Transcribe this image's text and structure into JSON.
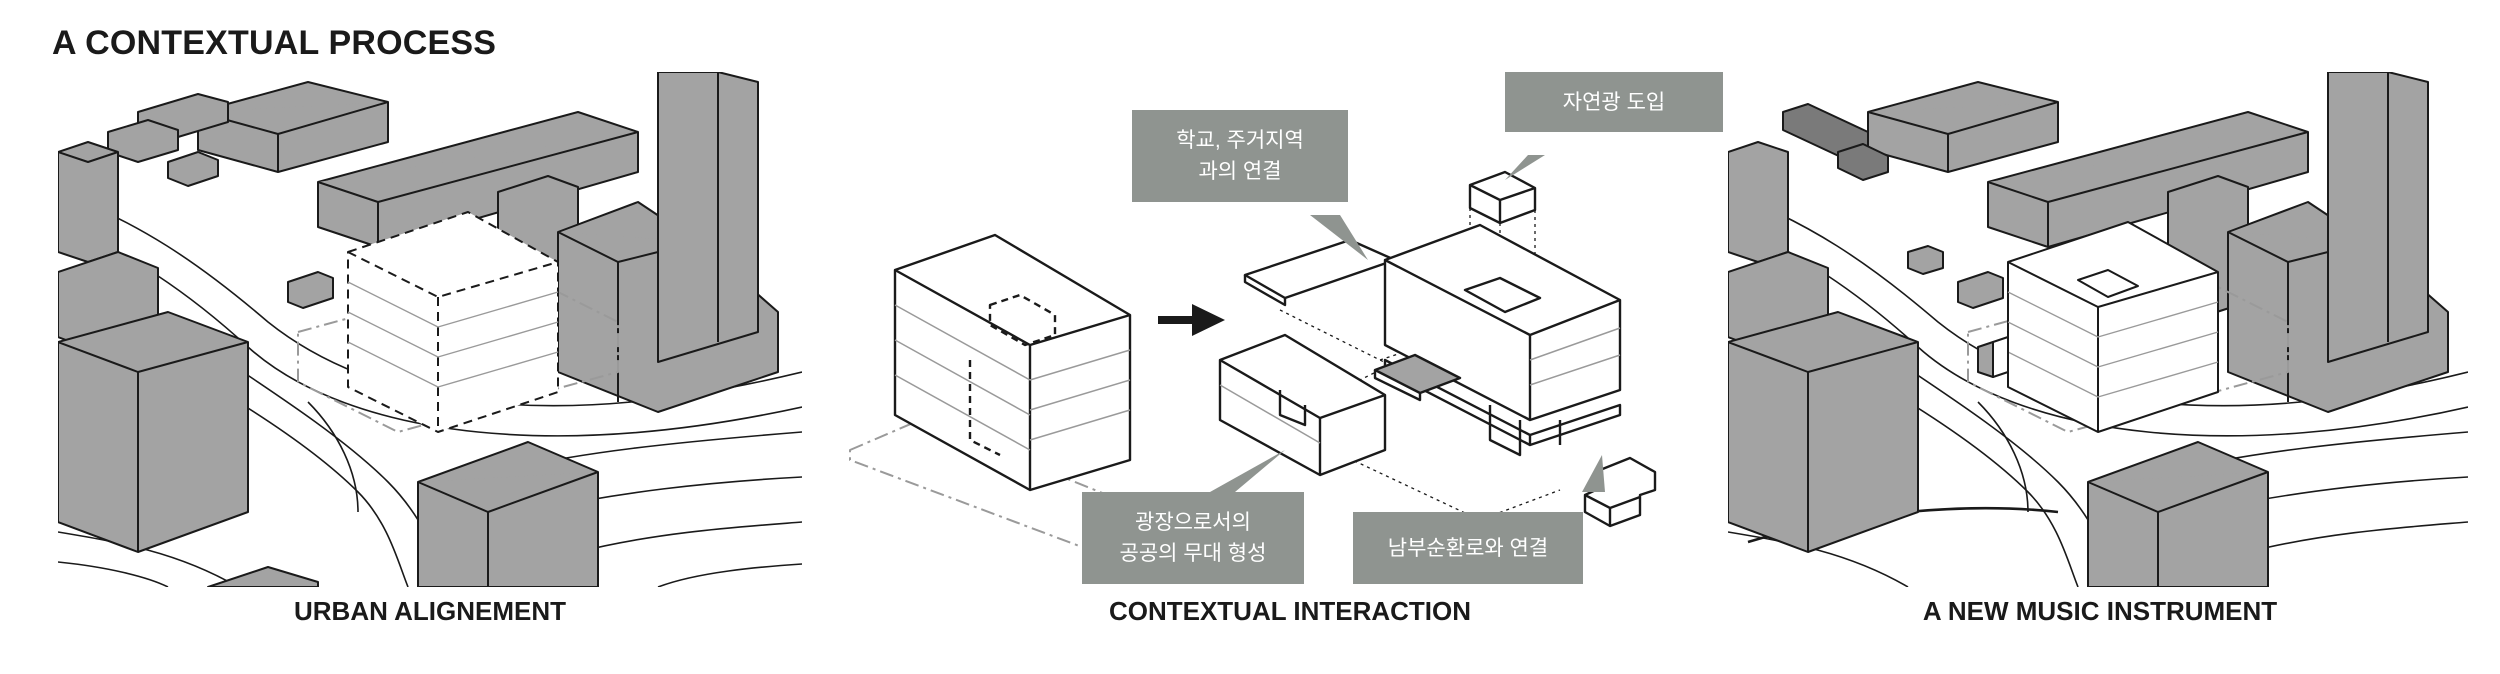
{
  "title": "A CONTEXTUAL PROCESS",
  "panels": [
    {
      "caption": "URBAN ALIGNEMENT"
    },
    {
      "caption": "CONTEXTUAL INTERACTION"
    },
    {
      "caption": "A NEW MUSIC INSTRUMENT"
    }
  ],
  "callouts": {
    "school_residential": [
      "학교, 주거지역",
      "과의 연결"
    ],
    "daylight": [
      "자연광 도입"
    ],
    "plaza_stage": [
      "광장으로서의",
      "공공의 무대 형성"
    ],
    "ring_road": [
      "남부순환로와 연결"
    ]
  },
  "colors": {
    "building_gray": "#a3a3a3",
    "callout_gray": "#8f9490",
    "line": "#1a1a1a",
    "site_dash": "#9a9a9a"
  }
}
